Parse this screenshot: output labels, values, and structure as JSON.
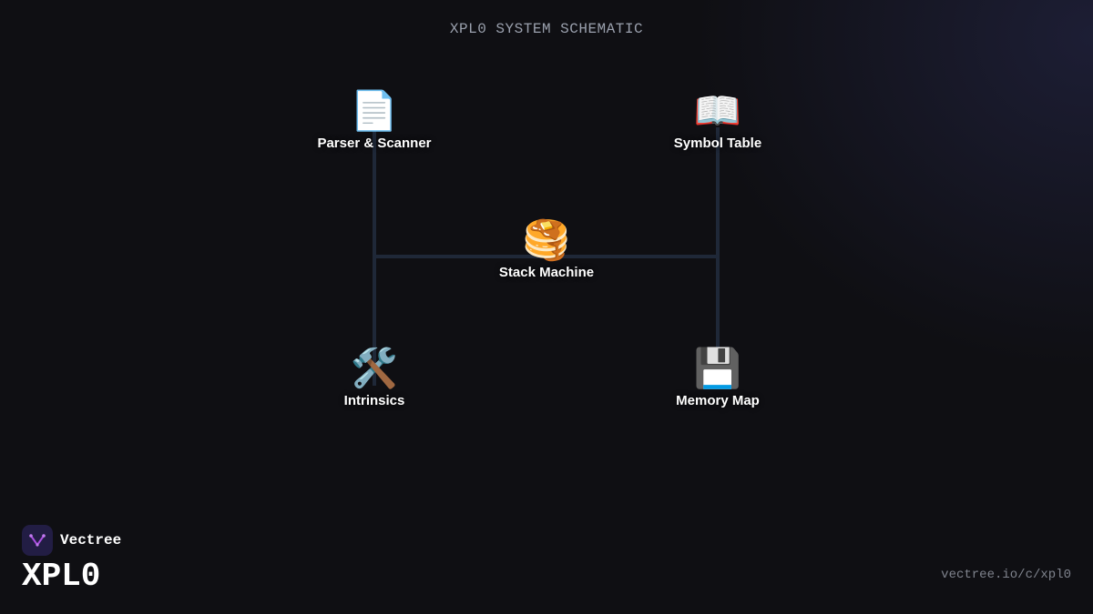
{
  "diagram": {
    "title": "XPL0 SYSTEM SCHEMATIC",
    "nodes": [
      {
        "id": "parser",
        "icon": "page-facing-up-icon",
        "emoji": "📄",
        "label": "Parser & Scanner"
      },
      {
        "id": "symbols",
        "icon": "open-book-icon",
        "emoji": "📖",
        "label": "Symbol Table"
      },
      {
        "id": "stack",
        "icon": "pancakes-icon",
        "emoji": "🥞",
        "label": "Stack Machine"
      },
      {
        "id": "intrinsics",
        "icon": "hammer-and-wrench-icon",
        "emoji": "🛠️",
        "label": "Intrinsics"
      },
      {
        "id": "memory",
        "icon": "floppy-disk-icon",
        "emoji": "💾",
        "label": "Memory Map"
      }
    ],
    "connector_color": "#1f2838"
  },
  "footer": {
    "brand_name": "Vectree",
    "product_name": "XPL0",
    "url": "vectree.io/c/xpl0",
    "logo_color": "#a94ee0"
  }
}
